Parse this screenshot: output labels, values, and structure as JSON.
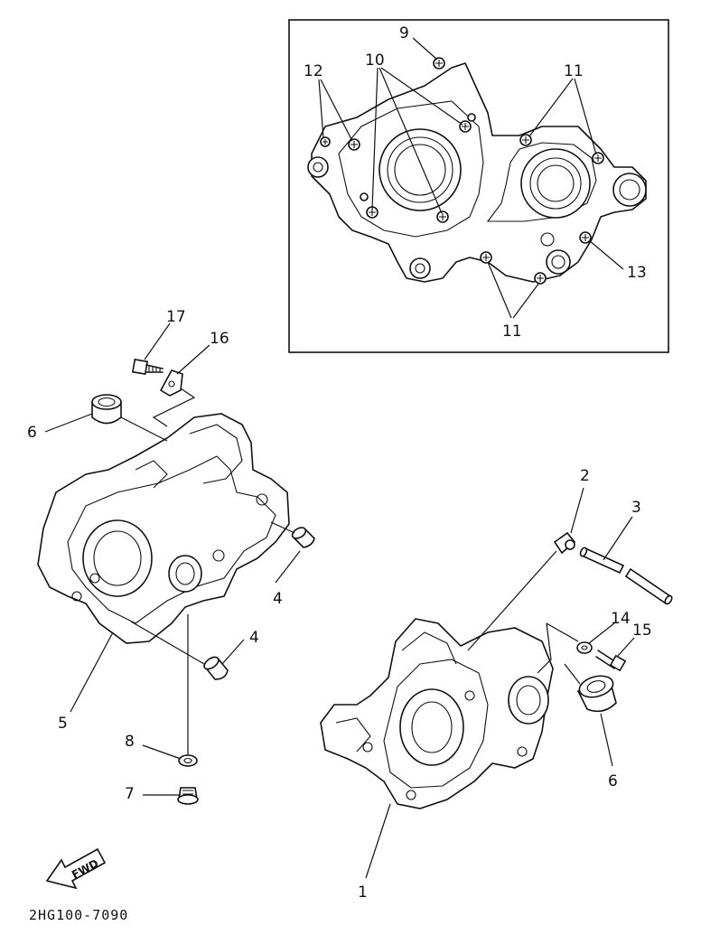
{
  "inset_callouts": {
    "c9": "9",
    "c10": "10",
    "c11_top": "11",
    "c12": "12",
    "c13": "13",
    "c11_bottom": "11"
  },
  "part_callouts": {
    "c1": "1",
    "c2": "2",
    "c3": "3",
    "c4_upper": "4",
    "c4_lower": "4",
    "c5": "5",
    "c6_left": "6",
    "c6_right": "6",
    "c7": "7",
    "c8": "8",
    "c14": "14",
    "c15": "15",
    "c16": "16",
    "c17": "17"
  },
  "fwd_label": "FWD",
  "diagram_code": "2HG100-7090"
}
